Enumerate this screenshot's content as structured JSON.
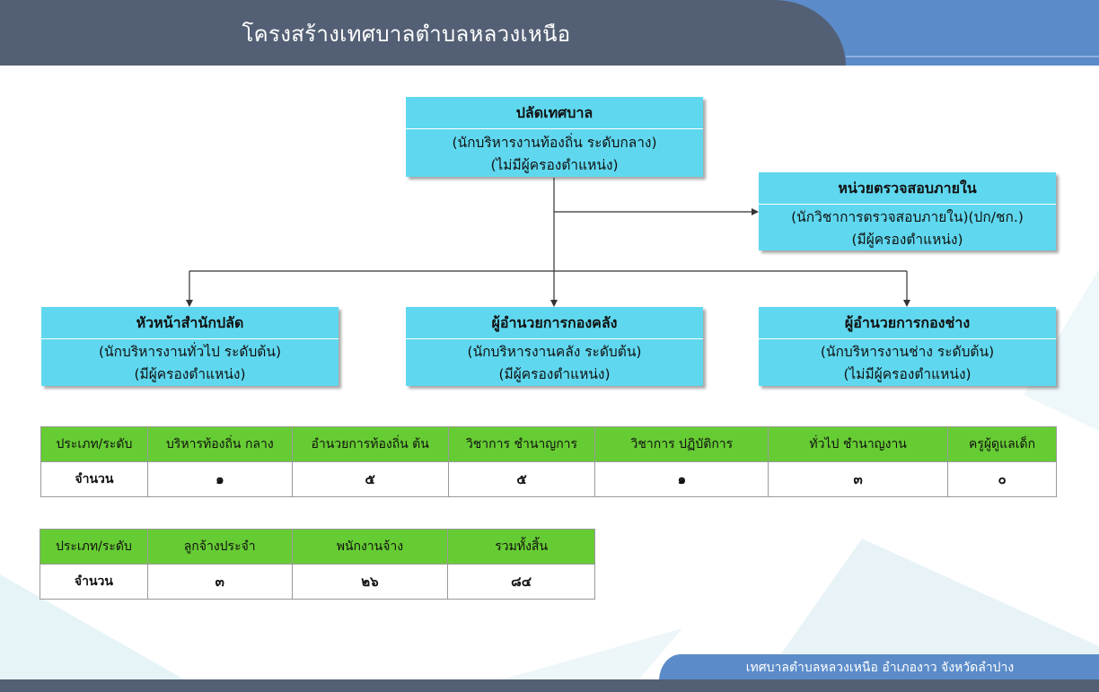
{
  "header": {
    "title": "โครงสร้างเทศบาลตำบลหลวงเหนือ"
  },
  "org": {
    "top": {
      "title": "ปลัดเทศบาล",
      "line1": "(นักบริหารงานท้องถิ่น ระดับกลาง)",
      "line2": "(ไม่มีผู้ครองตำแหน่ง)"
    },
    "audit": {
      "title": "หน่วยตรวจสอบภายใน",
      "line1": "(นักวิชาการตรวจสอบภายใน)(ปก/ชก.)",
      "line2": "(มีผู้ครองตำแหน่ง)"
    },
    "left": {
      "title": "หัวหน้าสำนักปลัด",
      "line1": "(นักบริหารงานทั่วไป ระดับต้น)",
      "line2": "(มีผู้ครองตำแหน่ง)"
    },
    "middle": {
      "title": "ผู้อำนวยการกองคลัง",
      "line1": "(นักบริหารงานคลัง ระดับต้น)",
      "line2": "(มีผู้ครองตำแหน่ง)"
    },
    "right": {
      "title": "ผู้อำนวยการกองช่าง",
      "line1": "(นักบริหารงานช่าง ระดับต้น)",
      "line2": "(ไม่มีผู้ครองตำแหน่ง)"
    }
  },
  "table1": {
    "headers": [
      "ประเภท/ระดับ",
      "บริหารท้องถิ่น กลาง",
      "อำนวยการท้องถิ่น ต้น",
      "วิชาการ ชำนาญการ",
      "วิชาการ ปฏิบัติการ",
      "ทั่วไป ชำนาญงาน",
      "ครูผู้ดูแลเด็ก"
    ],
    "row": [
      "จำนวน",
      "๑",
      "๕",
      "๕",
      "๑",
      "๓",
      "๐"
    ]
  },
  "table2": {
    "headers": [
      "ประเภท/ระดับ",
      "ลูกจ้างประจำ",
      "พนักงานจ้าง",
      "รวมทั้งสิ้น"
    ],
    "row": [
      "จำนวน",
      "๓",
      "๒๖",
      "๘๔"
    ]
  },
  "footer": {
    "text": "เทศบาลตำบลหลวงเหนือ อำเภองาว จังหวัดลำปาง"
  },
  "colors": {
    "header_dark": "#535f74",
    "header_blue": "#5b8cc9",
    "box": "#5fd8ef",
    "table_header": "#66cc33"
  }
}
